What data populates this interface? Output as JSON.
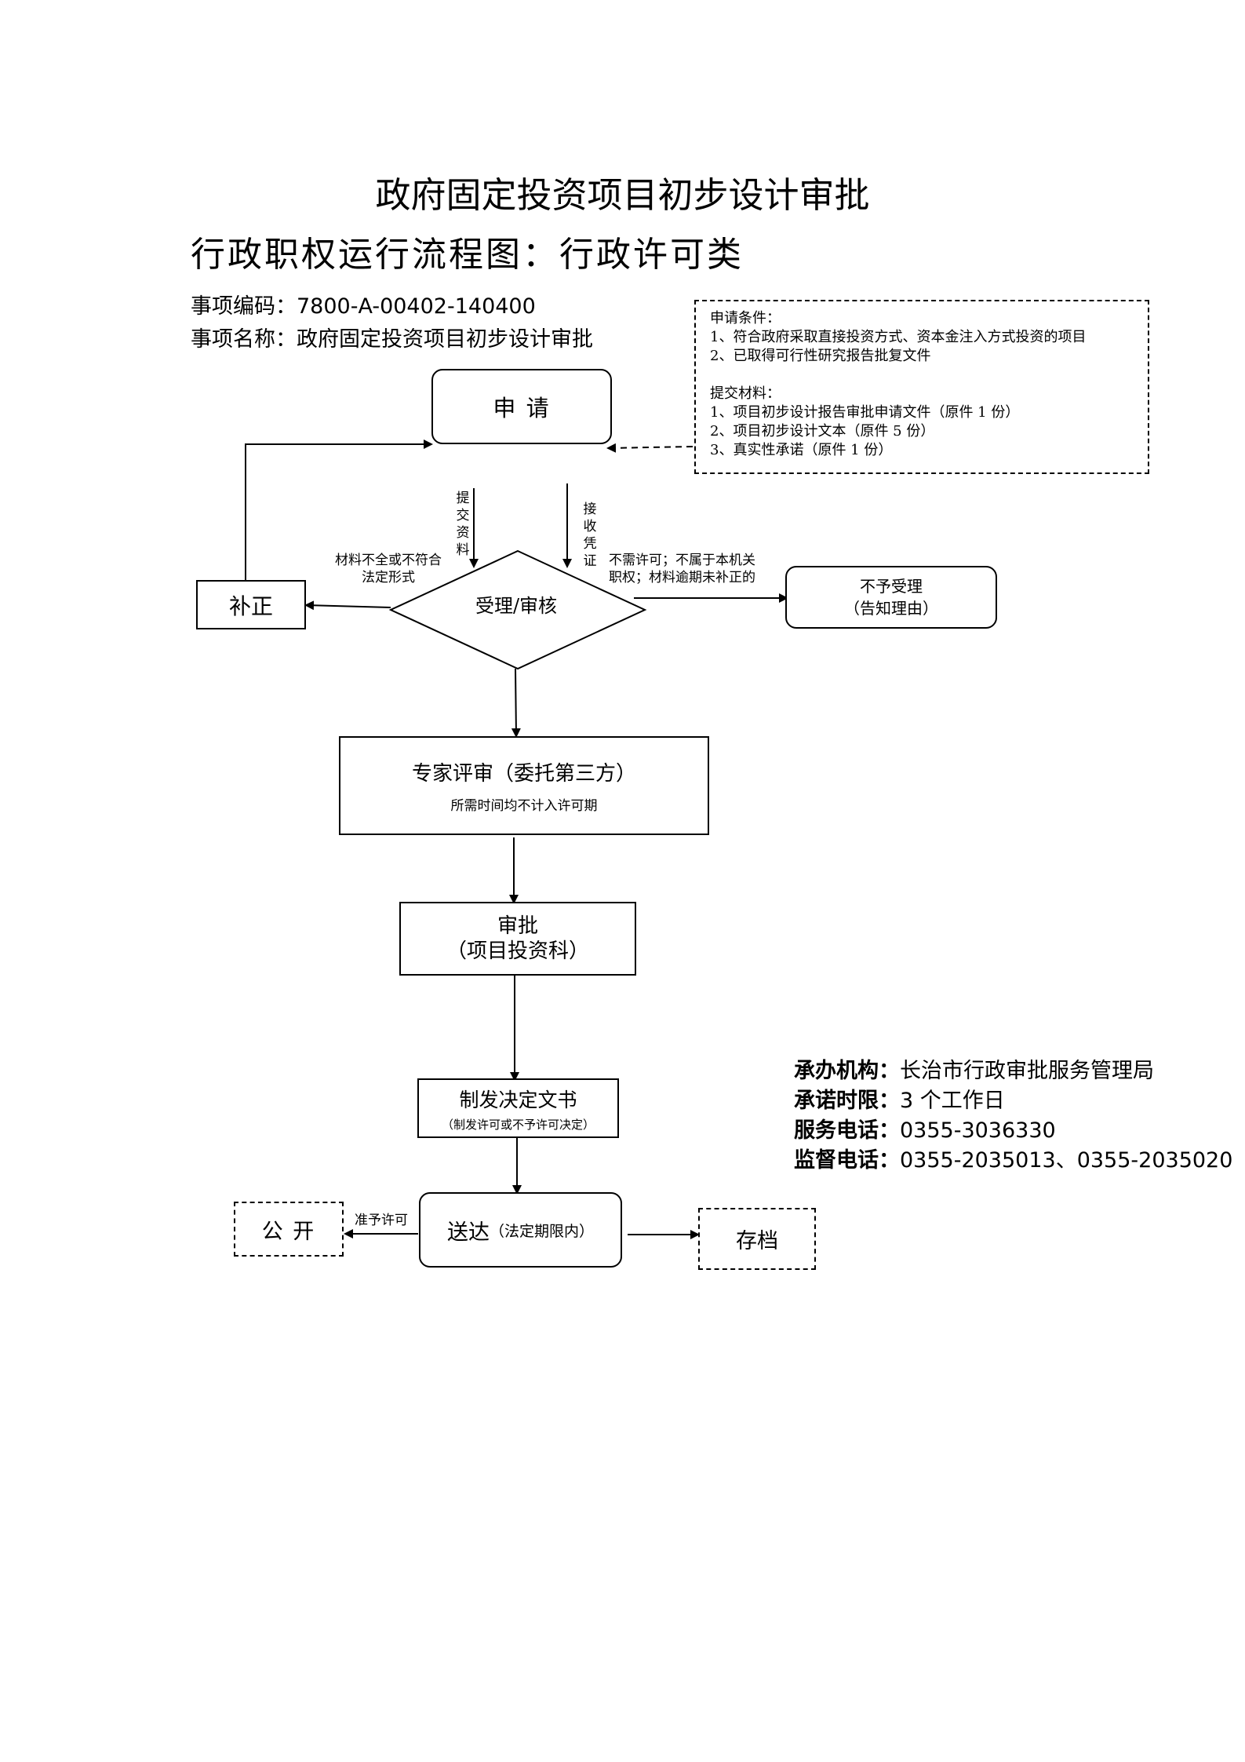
{
  "title": "政府固定投资项目初步设计审批",
  "subtitle": "行政职权运行流程图：行政许可类",
  "item_code": {
    "label": "事项编码：",
    "value": "7800-A-00402-140400"
  },
  "item_name": {
    "label": "事项名称：",
    "value": "政府固定投资项目初步设计审批"
  },
  "conditions": {
    "heading": "申请条件：",
    "items": [
      "1、符合政府采取直接投资方式、资本金注入方式投资的项目",
      "2、已取得可行性研究报告批复文件"
    ],
    "materials_heading": "提交材料：",
    "materials": [
      "1、项目初步设计报告审批申请文件（原件 1 份）",
      "2、项目初步设计文本（原件 5 份）",
      "3、真实性承诺（原件 1 份）"
    ]
  },
  "nodes": {
    "apply": "申 请",
    "review": "受理/审核",
    "correct": "补正",
    "reject_line1": "不予受理",
    "reject_line2": "（告知理由）",
    "expert_line1": "专家评审（委托第三方）",
    "expert_line2": "所需时间均不计入许可期",
    "approve_line1": "审批",
    "approve_line2": "（项目投资科）",
    "issue_line1": "制发决定文书",
    "issue_line2": "（制发许可或不予许可决定）",
    "deliver": "送达",
    "deliver_note": "（法定期限内）",
    "publish": "公 开",
    "archive": "存档"
  },
  "edge_labels": {
    "submit": [
      "提",
      "交",
      "资",
      "料"
    ],
    "receipt": [
      "接",
      "收",
      "凭",
      "证"
    ],
    "incomplete_line1": "材料不全或不符合",
    "incomplete_line2": "法定形式",
    "noneed_line1": "不需许可；不属于本机关",
    "noneed_line2": "职权；材料逾期未补正的",
    "grant": "准予许可"
  },
  "contacts": [
    {
      "label": "承办机构：",
      "value": "长治市行政审批服务管理局"
    },
    {
      "label": "承诺时限：",
      "value": "3 个工作日"
    },
    {
      "label": "服务电话：",
      "value": "0355-3036330"
    },
    {
      "label": "监督电话：",
      "value": "0355-2035013、0355-2035020"
    }
  ]
}
